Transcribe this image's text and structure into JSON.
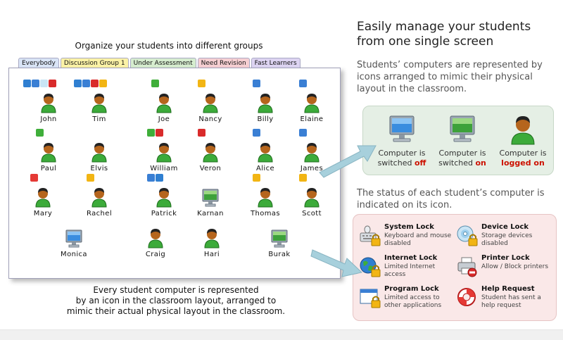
{
  "left_caption_top": "Organize your students into different groups",
  "left_caption_bottom": [
    "Every student computer is represented",
    "by an icon in the classroom layout, arranged to",
    "mimic their actual physical layout in the classroom."
  ],
  "tabs": [
    {
      "label": "Everybody",
      "color": "#d9e4f6"
    },
    {
      "label": "Discussion Group 1",
      "color": "#fbf2a6"
    },
    {
      "label": "Under Assessment",
      "color": "#d6edcf"
    },
    {
      "label": "Need Revision",
      "color": "#f6cfd2"
    },
    {
      "label": "Fast Learners",
      "color": "#ddd4f2"
    }
  ],
  "students": [
    {
      "name": "John",
      "icon": "student-logged-on"
    },
    {
      "name": "Tim",
      "icon": "student-logged-on"
    },
    {
      "name": "Joe",
      "icon": "student-logged-on"
    },
    {
      "name": "Nancy",
      "icon": "student-logged-on"
    },
    {
      "name": "Billy",
      "icon": "student-logged-on"
    },
    {
      "name": "Elaine",
      "icon": "student-logged-on"
    },
    {
      "name": "Paul",
      "icon": "student-logged-on"
    },
    {
      "name": "Elvis",
      "icon": "student-logged-on"
    },
    {
      "name": "William",
      "icon": "student-logged-on"
    },
    {
      "name": "Veron",
      "icon": "student-logged-on"
    },
    {
      "name": "Alice",
      "icon": "student-logged-on"
    },
    {
      "name": "James",
      "icon": "student-logged-on"
    },
    {
      "name": "Mary",
      "icon": "student-logged-on"
    },
    {
      "name": "Rachel",
      "icon": "student-logged-on"
    },
    {
      "name": "Patrick",
      "icon": "student-logged-on"
    },
    {
      "name": "Karnan",
      "icon": "computer-switched-on"
    },
    {
      "name": "Thomas",
      "icon": "student-logged-on"
    },
    {
      "name": "Scott",
      "icon": "student-logged-on"
    },
    {
      "name": "Monica",
      "icon": "computer-switched-off"
    },
    {
      "name": "Craig",
      "icon": "student-logged-on"
    },
    {
      "name": "Hari",
      "icon": "student-logged-on"
    },
    {
      "name": "Burak",
      "icon": "computer-switched-on"
    }
  ],
  "right": {
    "title_line1": "Easily manage your students",
    "title_line2": "from one single screen",
    "desc1": "Students’ computers are represented by icons arranged to mimic their physical layout in the classroom.",
    "desc2": "The status of each student’s computer is indicated on its icon.",
    "states": [
      {
        "line1": "Computer is",
        "line2_prefix": "switched ",
        "line2_status": "off",
        "icon": "computer-off-icon"
      },
      {
        "line1": "Computer is",
        "line2_prefix": "switched ",
        "line2_status": "on",
        "icon": "computer-on-icon"
      },
      {
        "line1": "Computer is",
        "line2_prefix": "",
        "line2_status": "logged on",
        "icon": "student-icon"
      }
    ],
    "locks": [
      {
        "title": "System Lock",
        "desc": "Keyboard and mouse disabled",
        "icon": "keyboard-lock-icon"
      },
      {
        "title": "Device Lock",
        "desc": "Storage devices disabled",
        "icon": "disc-lock-icon"
      },
      {
        "title": "Internet Lock",
        "desc": "Limited Internet access",
        "icon": "globe-lock-icon"
      },
      {
        "title": "Printer Lock",
        "desc": "Allow / Block printers",
        "icon": "printer-lock-icon"
      },
      {
        "title": "Program Lock",
        "desc": "Limited access to other applications",
        "icon": "window-lock-icon"
      },
      {
        "title": "Help Request",
        "desc": "Student has sent a help request",
        "icon": "lifebuoy-icon"
      }
    ]
  },
  "colors": {
    "status_highlight": "#cc1100",
    "states_panel": "#e5efe5",
    "locks_panel": "#fae8e8",
    "arrow": "#9fc8d6"
  }
}
